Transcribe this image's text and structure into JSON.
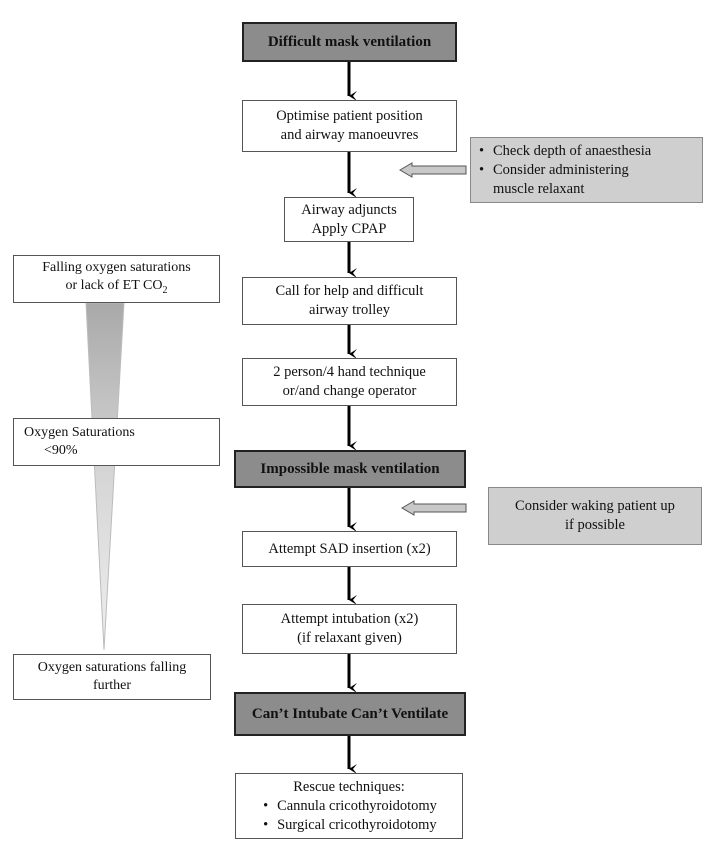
{
  "main_flow": {
    "difficult_mask": "Difficult mask ventilation",
    "optimise": [
      "Optimise patient position",
      "and airway manoeuvres"
    ],
    "adjuncts": [
      "Airway adjuncts",
      "Apply CPAP"
    ],
    "call_help": [
      "Call for help and difficult",
      "airway trolley"
    ],
    "two_person": [
      "2 person/4 hand technique",
      "or/and change operator"
    ],
    "impossible_mask": "Impossible mask ventilation",
    "sad": "Attempt SAD insertion (x2)",
    "intubation": [
      "Attempt intubation (x2)",
      "(if relaxant given)"
    ],
    "cicv": "Can’t Intubate Can’t Ventilate",
    "rescue": {
      "title": "Rescue techniques:",
      "items": [
        "Cannula cricothyroidotomy",
        "Surgical cricothyroidotomy"
      ]
    }
  },
  "side_notes": {
    "depth": [
      "Check depth of anaesthesia",
      "Consider administering muscle relaxant"
    ],
    "wake": [
      "Consider waking patient up",
      "if possible"
    ]
  },
  "saturation_scale": {
    "falling": [
      "Falling oxygen saturations",
      "or lack of ET CO",
      "2"
    ],
    "below90": [
      "Oxygen Saturations",
      "<90%"
    ],
    "falling_further": [
      "Oxygen saturations falling",
      "further"
    ]
  },
  "colors": {
    "dark_box": "#8c8c8c",
    "grey_box": "#cfcfcf",
    "arrow": "#000000",
    "wedge": "#c8c8c8"
  }
}
